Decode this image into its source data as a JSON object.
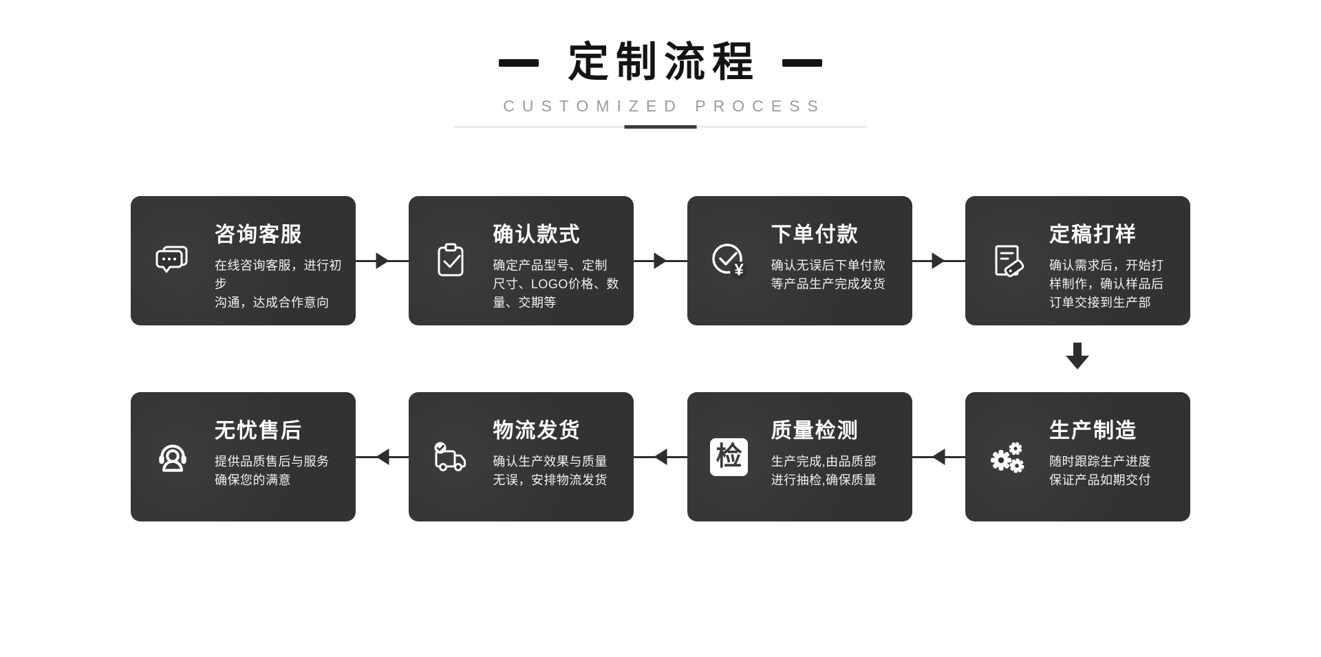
{
  "header": {
    "title": "定制流程",
    "subtitle": "CUSTOMIZED PROCESS"
  },
  "steps": [
    {
      "title": "咨询客服",
      "desc": "在线咨询客服，进行初步\n沟通，达成合作意向",
      "icon": "chat-bubbles-icon"
    },
    {
      "title": "确认款式",
      "desc": "确定产品型号、定制\n尺寸、LOGO价格、数\n量、交期等",
      "icon": "clipboard-check-icon"
    },
    {
      "title": "下单付款",
      "desc": "确认无误后下单付款\n等产品生产完成发货",
      "icon": "circle-check-yen-icon"
    },
    {
      "title": "定稿打样",
      "desc": "确认需求后，开始打\n样制作，确认样品后\n订单交接到生产部",
      "icon": "document-tag-icon"
    },
    {
      "title": "生产制造",
      "desc": "随时跟踪生产进度\n保证产品如期交付",
      "icon": "gears-icon"
    },
    {
      "title": "质量检测",
      "desc": "生产完成,由品质部\n进行抽检,确保质量",
      "icon": "inspection-badge-icon",
      "badge_char": "检"
    },
    {
      "title": "物流发货",
      "desc": "确认生产效果与质量\n无误，安排物流发货",
      "icon": "truck-icon"
    },
    {
      "title": "无忧售后",
      "desc": "提供品质售后与服务\n确保您的满意",
      "icon": "headset-icon"
    }
  ],
  "colors": {
    "card_background": "#333233",
    "card_title_text": "#ffffff",
    "card_desc_text": "#f2f2f2",
    "arrow": "#2e2e2e",
    "title_text": "#141414",
    "subtitle_text": "#9b9b9b",
    "divider_line": "#c8c8c8",
    "divider_accent": "#3a3a3a",
    "page_background": "#ffffff"
  }
}
